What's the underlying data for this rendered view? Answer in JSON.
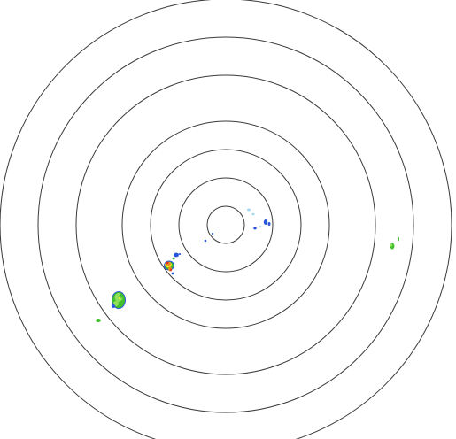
{
  "radar": {
    "range_rings": [
      1,
      2,
      3,
      4,
      5,
      6,
      7
    ],
    "colors": {
      "ring": "#3a3a3a",
      "background": "#ffffff",
      "light_blue": "#9fd7ef",
      "blue": "#2b56d9",
      "green": "#3fbf2a",
      "light_green": "#8fe05a",
      "yellow": "#f2e41a",
      "orange": "#f08a1a",
      "red": "#e0321c"
    },
    "echo_colors": [
      "light_blue",
      "blue",
      "green",
      "light_green",
      "yellow",
      "orange",
      "red"
    ]
  }
}
